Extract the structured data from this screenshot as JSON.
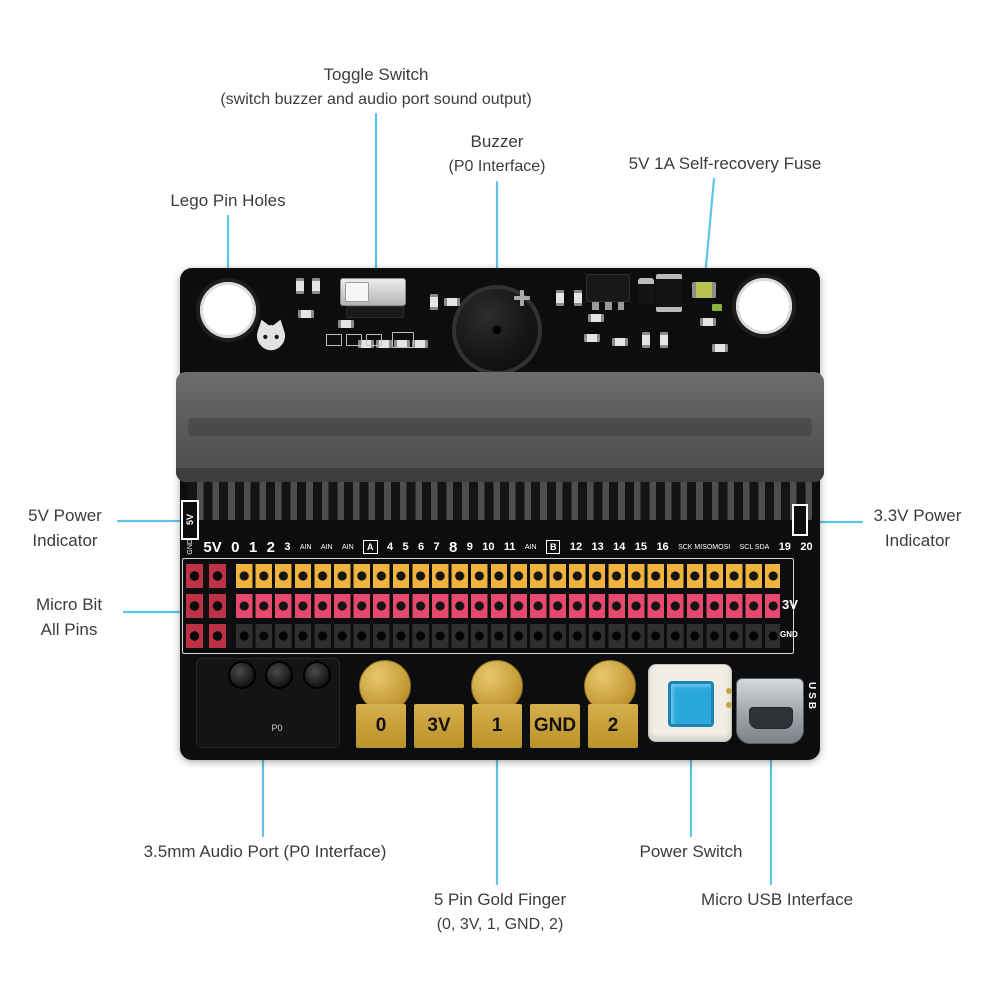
{
  "css_vars": {
    "accent": "#5ec3e8",
    "sock1": "#f0b43e",
    "sock2": "#e6486e",
    "sock3": "#2f2f2f",
    "btn-blue": "#2aa7dc"
  },
  "callouts": {
    "toggle_switch": {
      "lines": [
        "Toggle Switch",
        "(switch buzzer and audio port sound output)"
      ]
    },
    "buzzer": {
      "lines": [
        "Buzzer",
        "(P0 Interface)"
      ]
    },
    "fuse": {
      "lines": [
        "5V 1A Self-recovery Fuse"
      ]
    },
    "lego_pin_holes": {
      "lines": [
        "Lego Pin Holes"
      ]
    },
    "power_indicator_5v": {
      "lines": [
        "5V Power",
        "Indicator"
      ]
    },
    "microbit_all_pins": {
      "lines": [
        "Micro Bit",
        "All Pins"
      ]
    },
    "power_indicator_3v3": {
      "lines": [
        "3.3V Power",
        "Indicator"
      ]
    },
    "audio_port": {
      "lines": [
        "3.5mm Audio Port (P0 Interface)"
      ]
    },
    "gold_finger": {
      "lines": [
        "5 Pin Gold Finger",
        "(0, 3V, 1, GND, 2)"
      ]
    },
    "power_switch": {
      "lines": [
        "Power Switch"
      ]
    },
    "usb": {
      "lines": [
        "Micro USB Interface"
      ]
    }
  },
  "board": {
    "pin_row": [
      {
        "t": "GND",
        "cls": "vert"
      },
      {
        "t": "5V",
        "cls": "lg"
      },
      {
        "t": "0",
        "cls": "lg"
      },
      {
        "t": "1",
        "cls": "lg"
      },
      {
        "t": "2",
        "cls": "lg"
      },
      {
        "t": "3",
        "cls": "sm"
      },
      {
        "t": "AIN",
        "cls": "xs"
      },
      {
        "t": "AIN",
        "cls": "xs"
      },
      {
        "t": "AIN",
        "cls": "xs"
      },
      {
        "t": "A",
        "cls": "boxed"
      },
      {
        "t": "4",
        "cls": "sm"
      },
      {
        "t": "5",
        "cls": "sm"
      },
      {
        "t": "6",
        "cls": "sm"
      },
      {
        "t": "7",
        "cls": "sm"
      },
      {
        "t": "8",
        "cls": "lg"
      },
      {
        "t": "9",
        "cls": "sm"
      },
      {
        "t": "10",
        "cls": "sm"
      },
      {
        "t": "11",
        "cls": "sm"
      },
      {
        "t": "AIN",
        "cls": "xs"
      },
      {
        "t": "B",
        "cls": "boxed"
      },
      {
        "t": "12",
        "cls": "sm"
      },
      {
        "t": "13",
        "cls": "sm"
      },
      {
        "t": "14",
        "cls": "sm"
      },
      {
        "t": "15",
        "cls": "sm"
      },
      {
        "t": "16",
        "cls": "sm"
      },
      {
        "t": "SCK MISOMOSI",
        "cls": "xs"
      },
      {
        "t": "SCL SDA",
        "cls": "xs"
      },
      {
        "t": "19",
        "cls": "sm"
      },
      {
        "t": "20",
        "cls": "sm"
      }
    ],
    "gold_fingers": [
      "0",
      "3V",
      "1",
      "GND",
      "2"
    ],
    "side_labels": {
      "left_indicator": "5V",
      "right_3v": "3V",
      "right_gnd": "GND",
      "usb_port": "USB",
      "audio_p0": "P0"
    }
  }
}
